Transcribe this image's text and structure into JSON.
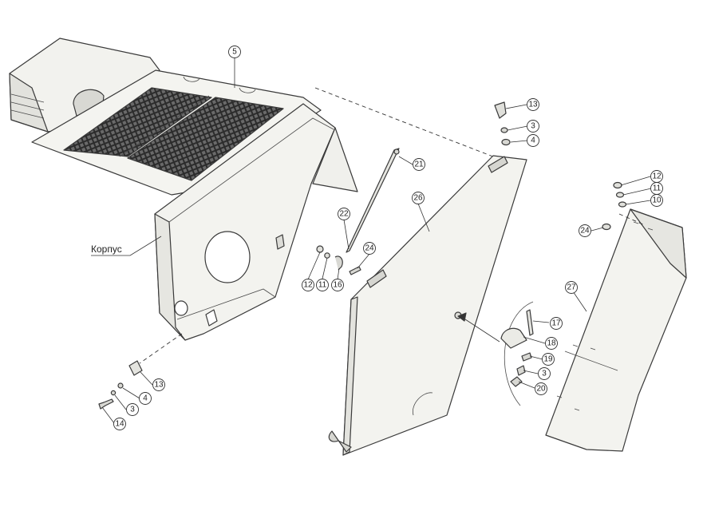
{
  "labels": {
    "housing": "Корпус"
  },
  "callouts": [
    {
      "id": "c5",
      "text": "5"
    },
    {
      "id": "c13a",
      "text": "13"
    },
    {
      "id": "c3a",
      "text": "3"
    },
    {
      "id": "c4a",
      "text": "4"
    },
    {
      "id": "c21",
      "text": "21"
    },
    {
      "id": "c26",
      "text": "26"
    },
    {
      "id": "c22",
      "text": "22"
    },
    {
      "id": "c24a",
      "text": "24"
    },
    {
      "id": "c12a",
      "text": "12"
    },
    {
      "id": "c11a",
      "text": "11"
    },
    {
      "id": "c16",
      "text": "16"
    },
    {
      "id": "c12b",
      "text": "12"
    },
    {
      "id": "c11b",
      "text": "11"
    },
    {
      "id": "c10",
      "text": "10"
    },
    {
      "id": "c24b",
      "text": "24"
    },
    {
      "id": "c27",
      "text": "27"
    },
    {
      "id": "c17",
      "text": "17"
    },
    {
      "id": "c18",
      "text": "18"
    },
    {
      "id": "c19",
      "text": "19"
    },
    {
      "id": "c3b",
      "text": "3"
    },
    {
      "id": "c20",
      "text": "20"
    },
    {
      "id": "c13b",
      "text": "13"
    },
    {
      "id": "c4b",
      "text": "4"
    },
    {
      "id": "c3c",
      "text": "3"
    },
    {
      "id": "c14",
      "text": "14"
    }
  ]
}
